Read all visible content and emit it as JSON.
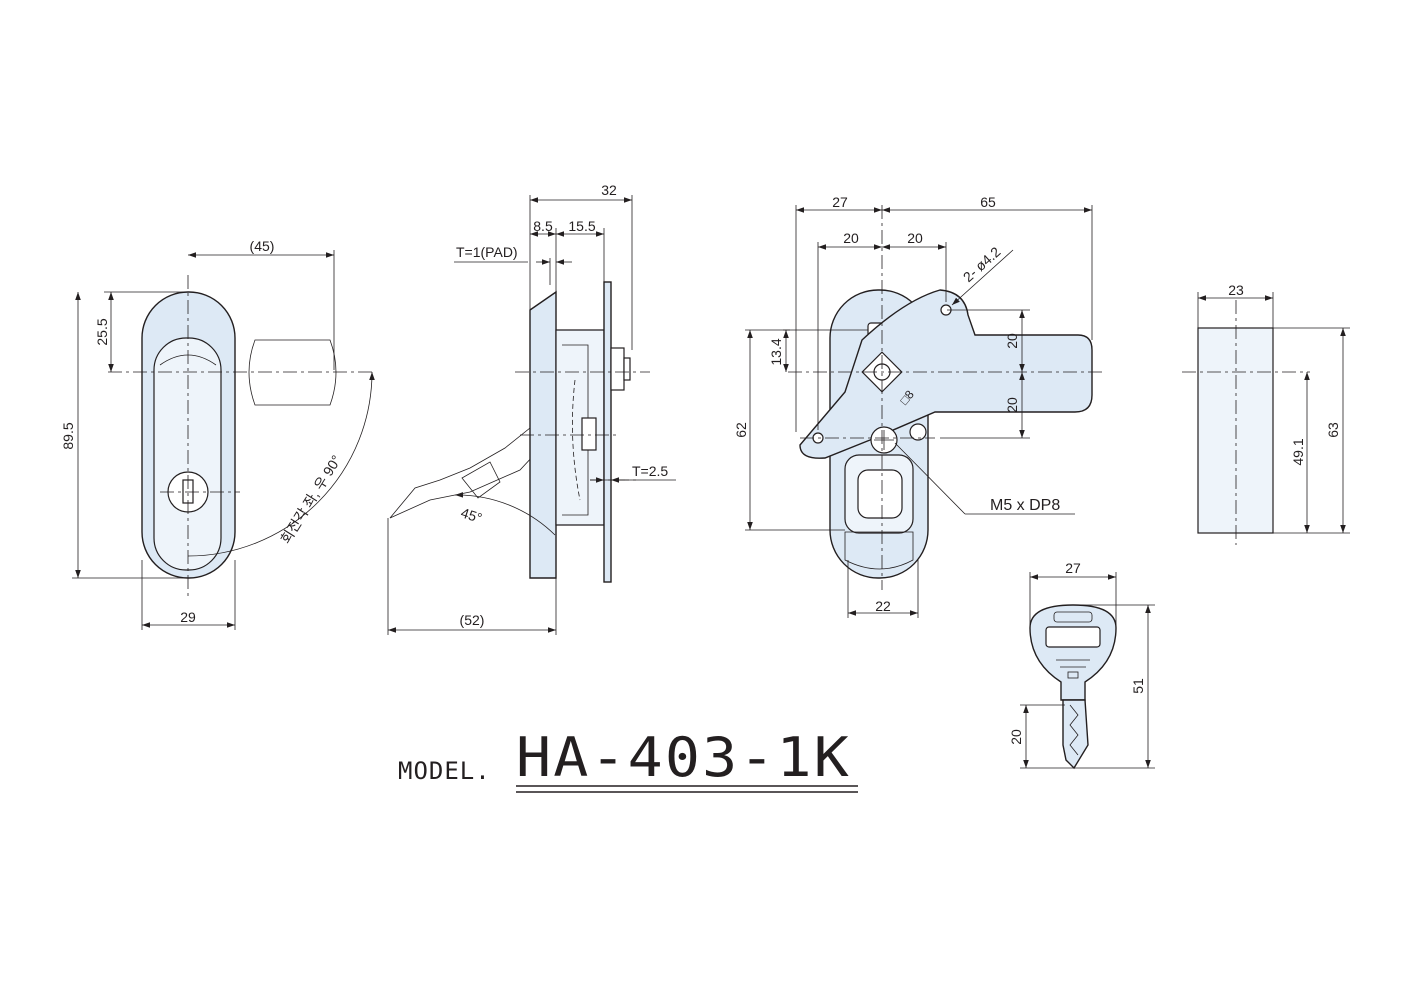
{
  "front_view": {
    "dim_45": "(45)",
    "dim_25_5": "25.5",
    "dim_89_5": "89.5",
    "dim_29": "29",
    "rotation_note": "회전각 좌, 우 90°"
  },
  "side_view": {
    "dim_32": "32",
    "dim_8_5": "8.5",
    "dim_15_5": "15.5",
    "pad_note": "T=1(PAD)",
    "plate_note": "T=2.5",
    "angle": "45°",
    "dim_52": "(52)"
  },
  "rear_view": {
    "dim_27": "27",
    "dim_65": "65",
    "dim_20_a": "20",
    "dim_20_b": "20",
    "hole_note": "2- ø4.2",
    "dim_13_4": "13.4",
    "dim_62": "62",
    "dim_20_c": "20",
    "dim_20_d": "20",
    "square_note": "□8",
    "screw_note": "M5 x DP8",
    "dim_22": "22"
  },
  "block_view": {
    "dim_23": "23",
    "dim_49_1": "49.1",
    "dim_63": "63"
  },
  "key_view": {
    "dim_27": "27",
    "dim_51": "51",
    "dim_20": "20"
  },
  "title": {
    "prefix": "MODEL.",
    "model": "HA-403-1K"
  }
}
